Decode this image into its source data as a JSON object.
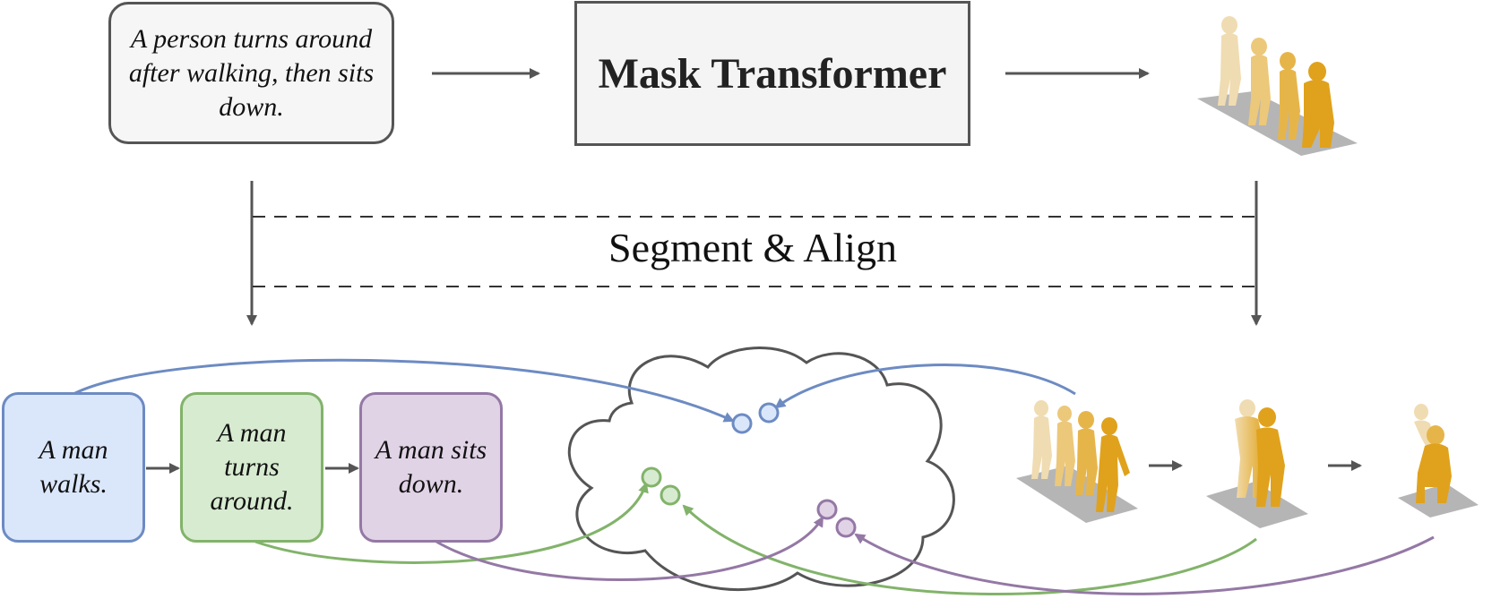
{
  "prompt": {
    "line1": "A person turns around",
    "line2": "after walking, then sits",
    "line3": "down."
  },
  "model": {
    "label": "Mask Transformer"
  },
  "stage": {
    "label": "Segment & Align"
  },
  "sub_prompts": [
    {
      "line1": "A man",
      "line2": "walks."
    },
    {
      "line1": "A man",
      "line2": "turns",
      "line3": "around."
    },
    {
      "line1": "A man sits",
      "line2": "down."
    }
  ],
  "colors": {
    "walk": "#6d8bc3",
    "turn": "#82b36a",
    "sit": "#9478a5",
    "figure": "#e3a826",
    "arrow": "#555555"
  },
  "icons": [
    "right-arrow-icon",
    "down-arrow-icon",
    "embedding-cloud-icon",
    "human-motion-figure-icon"
  ]
}
